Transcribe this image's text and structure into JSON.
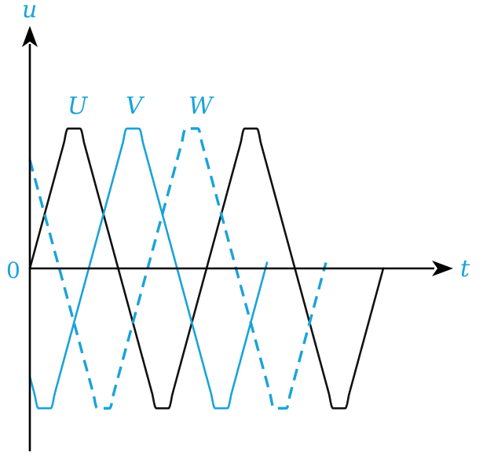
{
  "labels": {
    "y_axis": "u",
    "x_axis": "t",
    "origin": "0"
  },
  "series": [
    {
      "label": "U",
      "color": "#111111",
      "style": "solid",
      "phase_deg": 0
    },
    {
      "label": "V",
      "color": "#1aa3d8",
      "style": "solid",
      "phase_deg": -120
    },
    {
      "label": "W",
      "color": "#1aa3d8",
      "style": "dashed",
      "phase_deg": 120
    }
  ],
  "colors": {
    "axis": "#000000",
    "label": "#1aa3d8"
  }
}
